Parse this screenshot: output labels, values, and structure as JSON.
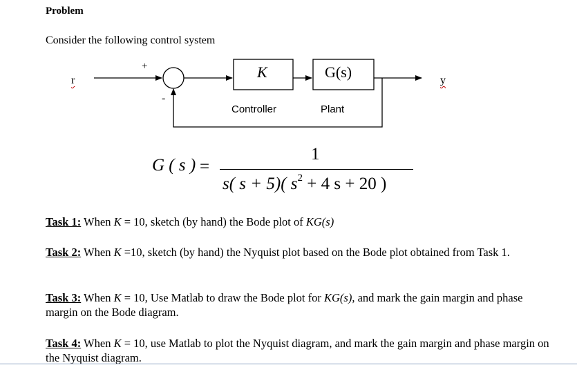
{
  "heading": "Problem",
  "intro": "Consider the following control system",
  "diagram": {
    "input": "r",
    "output": "y",
    "plus_sign": "+",
    "minus_sign": "-",
    "controller_block": "K",
    "plant_block": "G(s)",
    "controller_caption": "Controller",
    "plant_caption": "Plant"
  },
  "equation": {
    "lhs": "G ( s )",
    "equals": "=",
    "numerator": "1",
    "denominator_part1": "s",
    "denominator_part2": "( s + 5)( s",
    "denominator_exponent": "2",
    "denominator_part3": " + 4 s + 20 )"
  },
  "tasks": [
    {
      "label": "Task 1:",
      "pre": " When ",
      "var": "K",
      "text": " = 10, sketch (by hand) the Bode plot of ",
      "func": "KG(s)",
      "text2": ""
    },
    {
      "label": "Task 2:",
      "pre": " When ",
      "var": "K",
      "text": " =10, sketch (by hand) the Nyquist plot based on the Bode plot obtained from Task 1.",
      "func": "",
      "text2": ""
    },
    {
      "label": "Task 3:",
      "pre": " When ",
      "var": "K",
      "text": " = 10, Use Matlab to draw the Bode plot for ",
      "func": "KG(s)",
      "text2": ", and mark the gain margin and phase margin on the Bode diagram."
    },
    {
      "label": "Task 4:",
      "pre": " When ",
      "var": "K",
      "text": " = 10, use Matlab to plot the Nyquist diagram, and mark the gain margin and phase margin on the Nyquist diagram.",
      "func": "",
      "text2": ""
    }
  ]
}
